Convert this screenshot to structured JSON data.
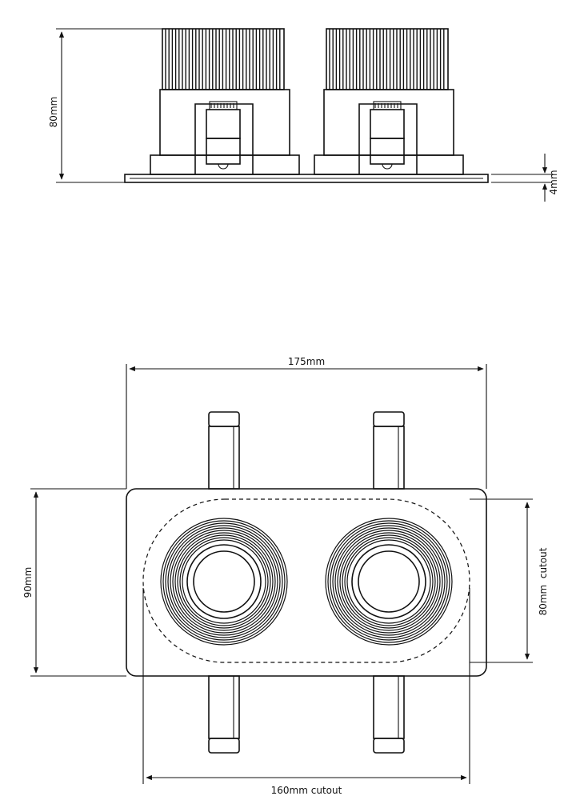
{
  "side_view": {
    "height_label": "80mm",
    "trim_label": "4mm"
  },
  "top_view": {
    "width_label": "175mm",
    "height_label": "90mm",
    "cutout_height_label": "80mm  cutout",
    "cutout_width_label": "160mm cutout"
  }
}
